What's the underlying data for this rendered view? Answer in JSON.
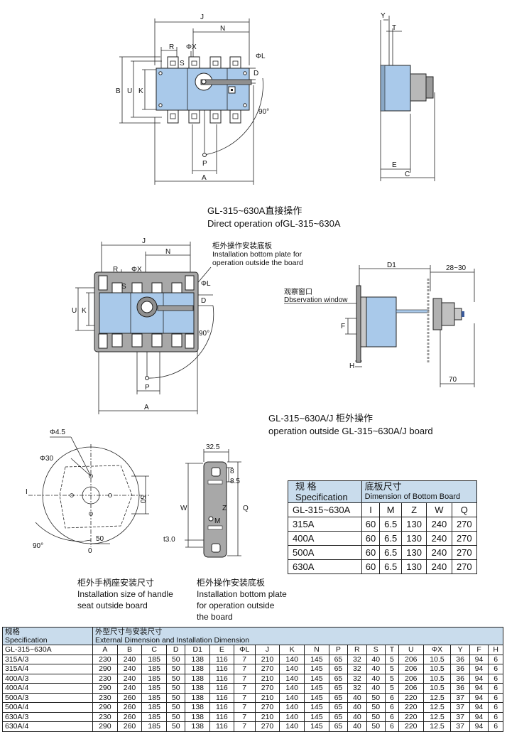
{
  "fig1": {
    "dims": {
      "J": "J",
      "N": "N",
      "R": "R",
      "S": "S",
      "PhiX": "ΦX",
      "PhiL": "ΦL",
      "B": "B",
      "U": "U",
      "K": "K",
      "D": "D",
      "P": "P",
      "A": "A",
      "angle": "90°"
    },
    "side": {
      "Y": "Y",
      "T": "T",
      "E": "E",
      "C": "C"
    },
    "caption_cn": "GL-315~630A直接操作",
    "caption_en": "Direct operation ofGL-315~630A"
  },
  "fig2": {
    "dims": {
      "J": "J",
      "N": "N",
      "R": "R",
      "S": "S",
      "PhiX": "ΦX",
      "PhiL": "ΦL",
      "U": "U",
      "K": "K",
      "D": "D",
      "P": "P",
      "A": "A",
      "angle": "90°"
    },
    "note_cn": "柜外操作安装底板",
    "note_en1": "Installation bottom plate for",
    "note_en2": "operation outside the board",
    "side": {
      "D1": "D1",
      "range": "28~30",
      "F": "F",
      "H": "H",
      "seventy": "70",
      "window_cn": "观察窗口",
      "window_en": "Dbservation window"
    },
    "caption_cn": "GL-315~630A/J 柜外操作",
    "caption_en": "operation outside GL-315~630A/J board"
  },
  "fig3": {
    "dims": {
      "phi45": "Φ4.5",
      "phi30": "Φ30",
      "I": "I",
      "fifty_v": "50",
      "fifty_h": "50",
      "angle": "90°",
      "zero": "0"
    },
    "caption_cn": "柜外手柄座安装尺寸",
    "caption_en1": "Installation size of handle",
    "caption_en2": "seat outside board"
  },
  "fig4": {
    "dims": {
      "w325": "32.5",
      "eight": "8",
      "eight5": "8.5",
      "W": "W",
      "Q": "Q",
      "Z": "Z",
      "M": "M",
      "t3": "t3.0"
    },
    "caption_cn": "柜外操作安装底板",
    "caption_en1": "Installation bottom plate",
    "caption_en2": "for operation outside",
    "caption_en3": "the board"
  },
  "board_table": {
    "spec_cn": "规 格",
    "spec_en": "Specification",
    "dim_cn": "底板尺寸",
    "dim_en": "Dimension of Bottom Board",
    "model": "GL-315~630A",
    "columns": [
      "I",
      "M",
      "Z",
      "W",
      "Q"
    ],
    "rows": [
      {
        "name": "315A",
        "values": [
          "60",
          "6.5",
          "130",
          "240",
          "270"
        ]
      },
      {
        "name": "400A",
        "values": [
          "60",
          "6.5",
          "130",
          "240",
          "270"
        ]
      },
      {
        "name": "500A",
        "values": [
          "60",
          "6.5",
          "130",
          "240",
          "270"
        ]
      },
      {
        "name": "630A",
        "values": [
          "60",
          "6.5",
          "130",
          "240",
          "270"
        ]
      }
    ]
  },
  "dim_table": {
    "spec_cn": "规格",
    "spec_en": "Specification",
    "dim_cn": "外型尺寸与安装尺寸",
    "dim_en": "External Dimension and Installation Dimension",
    "model": "GL-315~630A",
    "columns": [
      "A",
      "B",
      "C",
      "D",
      "D1",
      "E",
      "ΦL",
      "J",
      "K",
      "N",
      "P",
      "R",
      "S",
      "T",
      "U",
      "ΦX",
      "Y",
      "F",
      "H"
    ],
    "rows": [
      {
        "name": "315A/3",
        "values": [
          "230",
          "240",
          "185",
          "50",
          "138",
          "116",
          "7",
          "210",
          "140",
          "145",
          "65",
          "32",
          "40",
          "5",
          "206",
          "10.5",
          "36",
          "94",
          "6"
        ]
      },
      {
        "name": "315A/4",
        "values": [
          "290",
          "240",
          "185",
          "50",
          "138",
          "116",
          "7",
          "270",
          "140",
          "145",
          "65",
          "32",
          "40",
          "5",
          "206",
          "10.5",
          "36",
          "94",
          "6"
        ]
      },
      {
        "name": "400A/3",
        "values": [
          "230",
          "240",
          "185",
          "50",
          "138",
          "116",
          "7",
          "210",
          "140",
          "145",
          "65",
          "32",
          "40",
          "5",
          "206",
          "10.5",
          "36",
          "94",
          "6"
        ]
      },
      {
        "name": "400A/4",
        "values": [
          "290",
          "240",
          "185",
          "50",
          "138",
          "116",
          "7",
          "270",
          "140",
          "145",
          "65",
          "32",
          "40",
          "5",
          "206",
          "10.5",
          "36",
          "94",
          "6"
        ]
      },
      {
        "name": "500A/3",
        "values": [
          "230",
          "260",
          "185",
          "50",
          "138",
          "116",
          "7",
          "210",
          "140",
          "145",
          "65",
          "40",
          "50",
          "6",
          "220",
          "12.5",
          "37",
          "94",
          "6"
        ]
      },
      {
        "name": "500A/4",
        "values": [
          "290",
          "260",
          "185",
          "50",
          "138",
          "116",
          "7",
          "270",
          "140",
          "145",
          "65",
          "40",
          "50",
          "6",
          "220",
          "12.5",
          "37",
          "94",
          "6"
        ]
      },
      {
        "name": "630A/3",
        "values": [
          "230",
          "260",
          "185",
          "50",
          "138",
          "116",
          "7",
          "210",
          "140",
          "145",
          "65",
          "40",
          "50",
          "6",
          "220",
          "12.5",
          "37",
          "94",
          "6"
        ]
      },
      {
        "name": "630A/4",
        "values": [
          "290",
          "260",
          "185",
          "50",
          "138",
          "116",
          "7",
          "270",
          "140",
          "145",
          "65",
          "40",
          "50",
          "6",
          "220",
          "12.5",
          "37",
          "94",
          "6"
        ]
      }
    ]
  },
  "colors": {
    "body": "#a9c9ea",
    "handle": "#9b9b9b",
    "line": "#222222",
    "header": "#c9dcec"
  }
}
